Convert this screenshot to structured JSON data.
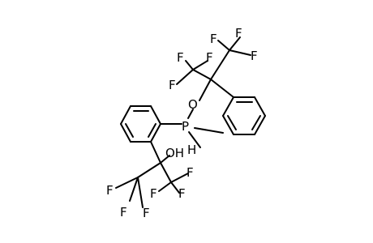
{
  "diagram": {
    "kind": "chemical-structure",
    "bond_color": "#000000",
    "background": "#ffffff",
    "atom_labels": {
      "f1": "F",
      "f2": "F",
      "f3": "F",
      "f4": "F",
      "f5": "F",
      "f6": "F",
      "o_ring": "O",
      "p": "P",
      "h": "H",
      "oh": "OH",
      "f7": "F",
      "f8": "F",
      "f9": "F",
      "f10": "F",
      "f11": "F",
      "f12": "F"
    }
  }
}
